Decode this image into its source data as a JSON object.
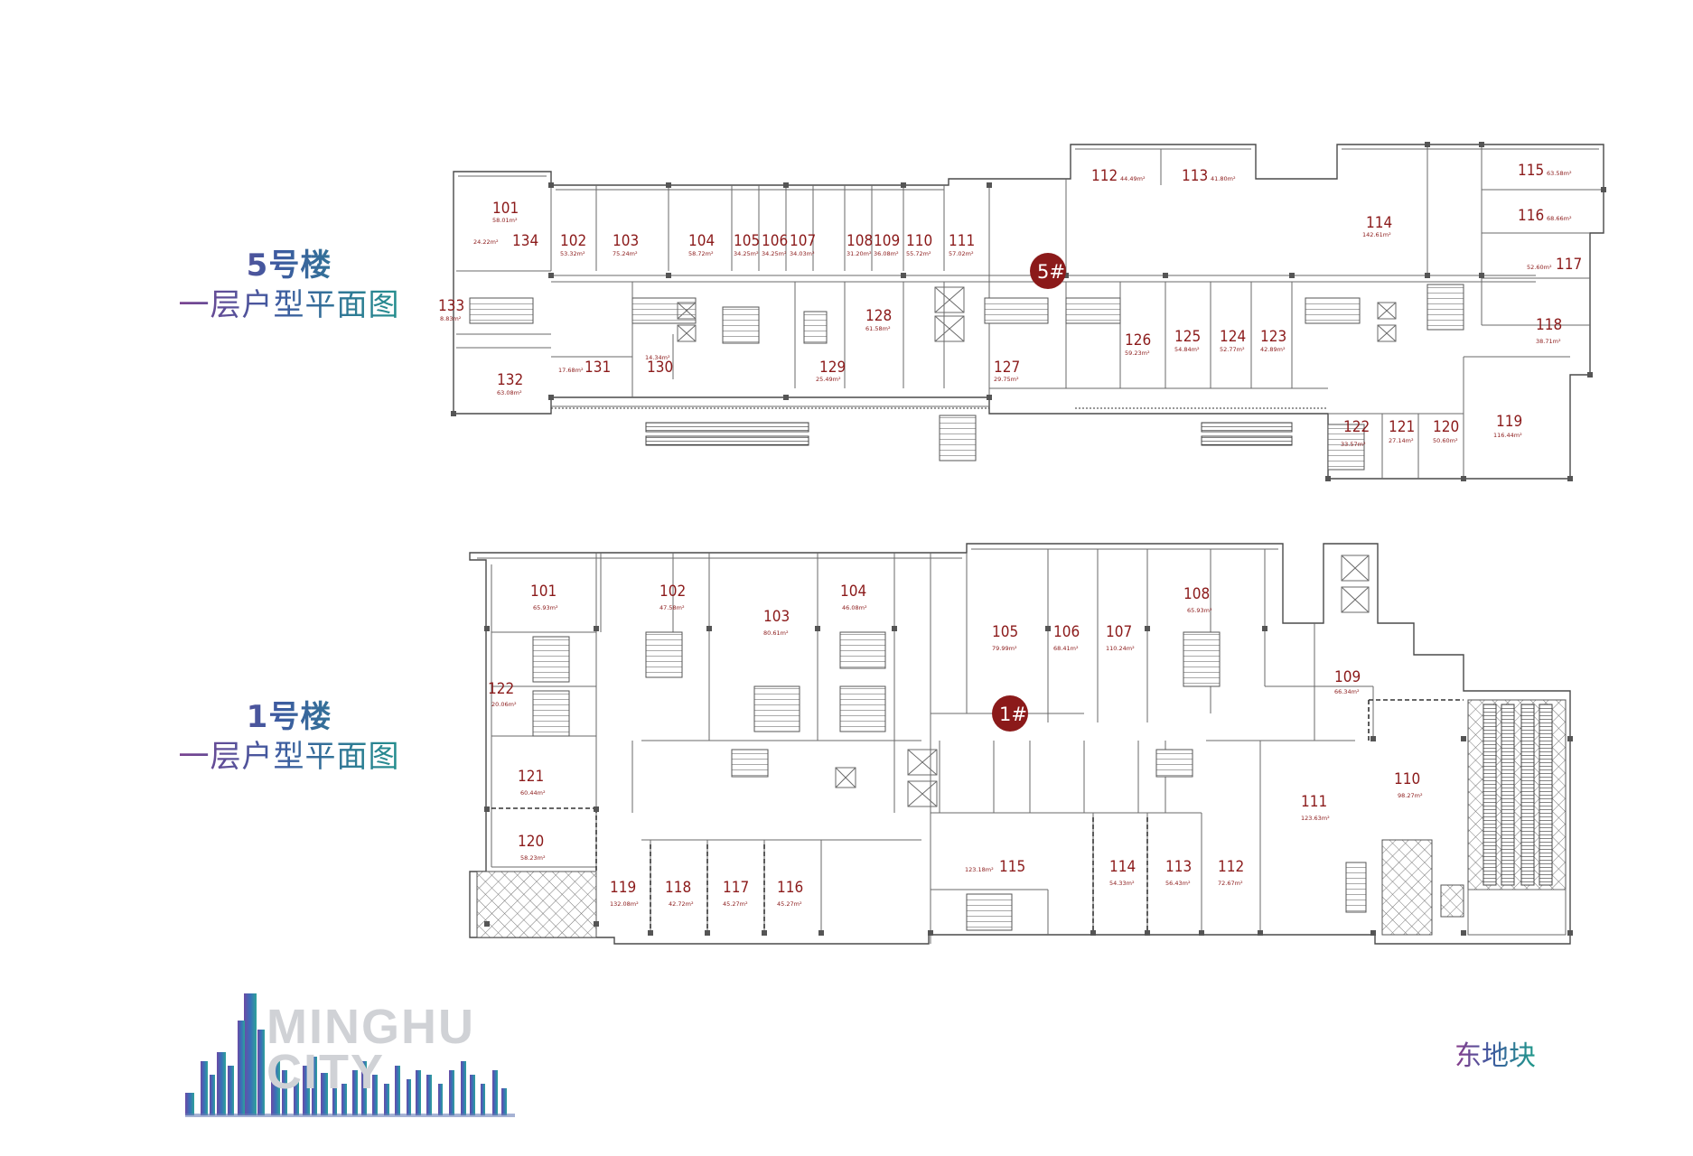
{
  "building5": {
    "title_line1": "5号楼",
    "title_line2": "一层户型平面图",
    "badge": "5#",
    "units": [
      {
        "no": "101",
        "area": "58.01m²"
      },
      {
        "no": "134",
        "area": "24.22m²"
      },
      {
        "no": "102",
        "area": "53.32m²"
      },
      {
        "no": "103",
        "area": "75.24m²"
      },
      {
        "no": "104",
        "area": "58.72m²"
      },
      {
        "no": "105",
        "area": "34.25m²"
      },
      {
        "no": "106",
        "area": "34.25m²"
      },
      {
        "no": "107",
        "area": "34.03m²"
      },
      {
        "no": "108",
        "area": "31.20m²"
      },
      {
        "no": "109",
        "area": "36.08m²"
      },
      {
        "no": "110",
        "area": "55.72m²"
      },
      {
        "no": "111",
        "area": "57.02m²"
      },
      {
        "no": "112",
        "area": "44.49m²"
      },
      {
        "no": "113",
        "area": "41.80m²"
      },
      {
        "no": "114",
        "area": "142.61m²"
      },
      {
        "no": "115",
        "area": "63.58m²"
      },
      {
        "no": "116",
        "area": "68.66m²"
      },
      {
        "no": "117",
        "area": "52.60m²"
      },
      {
        "no": "118",
        "area": "38.71m²"
      },
      {
        "no": "119",
        "area": "116.44m²"
      },
      {
        "no": "120",
        "area": "50.60m²"
      },
      {
        "no": "121",
        "area": "27.14m²"
      },
      {
        "no": "122",
        "area": "33.57m²"
      },
      {
        "no": "123",
        "area": "42.89m²"
      },
      {
        "no": "124",
        "area": "52.77m²"
      },
      {
        "no": "125",
        "area": "54.84m²"
      },
      {
        "no": "126",
        "area": "59.23m²"
      },
      {
        "no": "127",
        "area": "29.75m²"
      },
      {
        "no": "128",
        "area": "61.58m²"
      },
      {
        "no": "129",
        "area": "25.49m²"
      },
      {
        "no": "130",
        "area": "14.34m²"
      },
      {
        "no": "131",
        "area": "17.68m²"
      },
      {
        "no": "132",
        "area": "63.08m²"
      },
      {
        "no": "133",
        "area": "8.83m²"
      }
    ]
  },
  "building1": {
    "title_line1": "1号楼",
    "title_line2": "一层户型平面图",
    "badge": "1#",
    "units": [
      {
        "no": "101",
        "area": "65.93m²"
      },
      {
        "no": "102",
        "area": "47.58m²"
      },
      {
        "no": "103",
        "area": "80.61m²"
      },
      {
        "no": "104",
        "area": "46.08m²"
      },
      {
        "no": "105",
        "area": "79.99m²"
      },
      {
        "no": "106",
        "area": "68.41m²"
      },
      {
        "no": "107",
        "area": "110.24m²"
      },
      {
        "no": "108",
        "area": "65.93m²"
      },
      {
        "no": "109",
        "area": "66.34m²"
      },
      {
        "no": "110",
        "area": "98.27m²"
      },
      {
        "no": "111",
        "area": "123.63m²"
      },
      {
        "no": "112",
        "area": "72.67m²"
      },
      {
        "no": "113",
        "area": "56.43m²"
      },
      {
        "no": "114",
        "area": "54.33m²"
      },
      {
        "no": "115",
        "area": "123.18m²"
      },
      {
        "no": "116",
        "area": "45.27m²"
      },
      {
        "no": "117",
        "area": "45.27m²"
      },
      {
        "no": "118",
        "area": "42.72m²"
      },
      {
        "no": "119",
        "area": "132.08m²"
      },
      {
        "no": "120",
        "area": "58.23m²"
      },
      {
        "no": "121",
        "area": "60.44m²"
      },
      {
        "no": "122",
        "area": "20.06m²"
      }
    ]
  },
  "logo": {
    "line1": "MINGHU",
    "line2": "CITY"
  },
  "block_label": "东地块"
}
